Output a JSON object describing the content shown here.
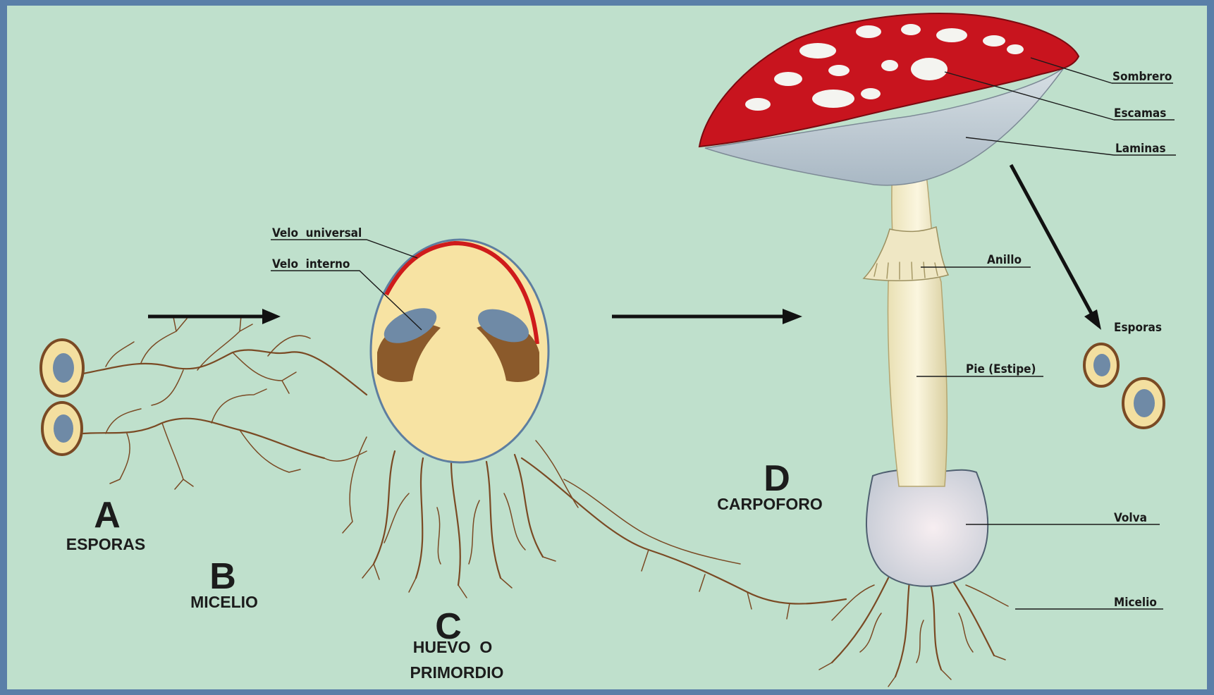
{
  "colors": {
    "background": "#bfe0cc",
    "border": "#5a7fa8",
    "cap": "#c8141e",
    "egg": "#f7e3a3",
    "hyphae": "#7a4a24"
  },
  "stages": {
    "a": {
      "letter": "A",
      "name": "ESPORAS"
    },
    "b": {
      "letter": "B",
      "name": "MICELIO"
    },
    "c": {
      "letter": "C",
      "name_line1": "HUEVO  O",
      "name_line2": "PRIMORDIO"
    },
    "d": {
      "letter": "D",
      "name": "CARPOFORO"
    }
  },
  "labels": {
    "velo_universal": "Velo  universal",
    "velo_interno": "Velo  interno",
    "sombrero": "Sombrero",
    "escamas": "Escamas",
    "laminas": "Laminas",
    "anillo": "Anillo",
    "esporas": "Esporas",
    "pie": "Pie (Estipe)",
    "volva": "Volva",
    "micelio": "Micelio"
  }
}
